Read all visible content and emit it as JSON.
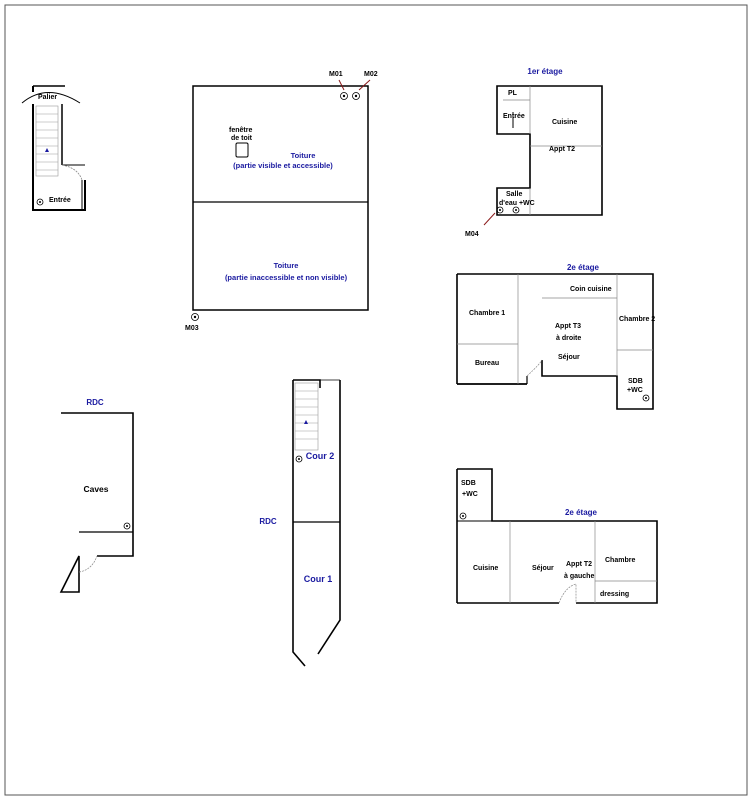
{
  "colors": {
    "wall": "#000000",
    "thin": "#888888",
    "heading": "#1a1aa0",
    "arrow": "#8b1a1a"
  },
  "stair_plan": {
    "palier": "Palier",
    "entree": "Entrée"
  },
  "roof_plan": {
    "markers": {
      "m01": "M01",
      "m02": "M02",
      "m03": "M03"
    },
    "skylight_label_1": "fenêtre",
    "skylight_label_2": "de toit",
    "visible_title": "Toiture",
    "visible_sub": "(partie visible et accessible)",
    "hidden_title": "Toiture",
    "hidden_sub": "(partie inaccessible et non visible)"
  },
  "floor1_plan": {
    "title": "1er étage",
    "pl": "PL",
    "entree": "Entrée",
    "cuisine": "Cuisine",
    "appt": "Appt T2",
    "salle_1": "Salle",
    "salle_2": "d'eau +WC",
    "marker": "M04"
  },
  "floor2_t3_plan": {
    "title": "2e étage",
    "coin_cuisine": "Coin cuisine",
    "chambre1": "Chambre 1",
    "chambre2": "Chambre 2",
    "appt_1": "Appt T3",
    "appt_2": "à droite",
    "sejour": "Séjour",
    "bureau": "Bureau",
    "sdb_1": "SDB",
    "sdb_2": "+WC"
  },
  "rdc_caves_plan": {
    "title": "RDC",
    "caves": "Caves"
  },
  "rdc_cour_plan": {
    "title": "RDC",
    "cour2": "Cour 2",
    "cour1": "Cour 1"
  },
  "floor2_t2_plan": {
    "title": "2e étage",
    "sdb_1": "SDB",
    "sdb_2": "+WC",
    "cuisine": "Cuisine",
    "sejour": "Séjour",
    "appt_1": "Appt T2",
    "appt_2": "à gauche",
    "chambre": "Chambre",
    "dressing": "dressing"
  }
}
